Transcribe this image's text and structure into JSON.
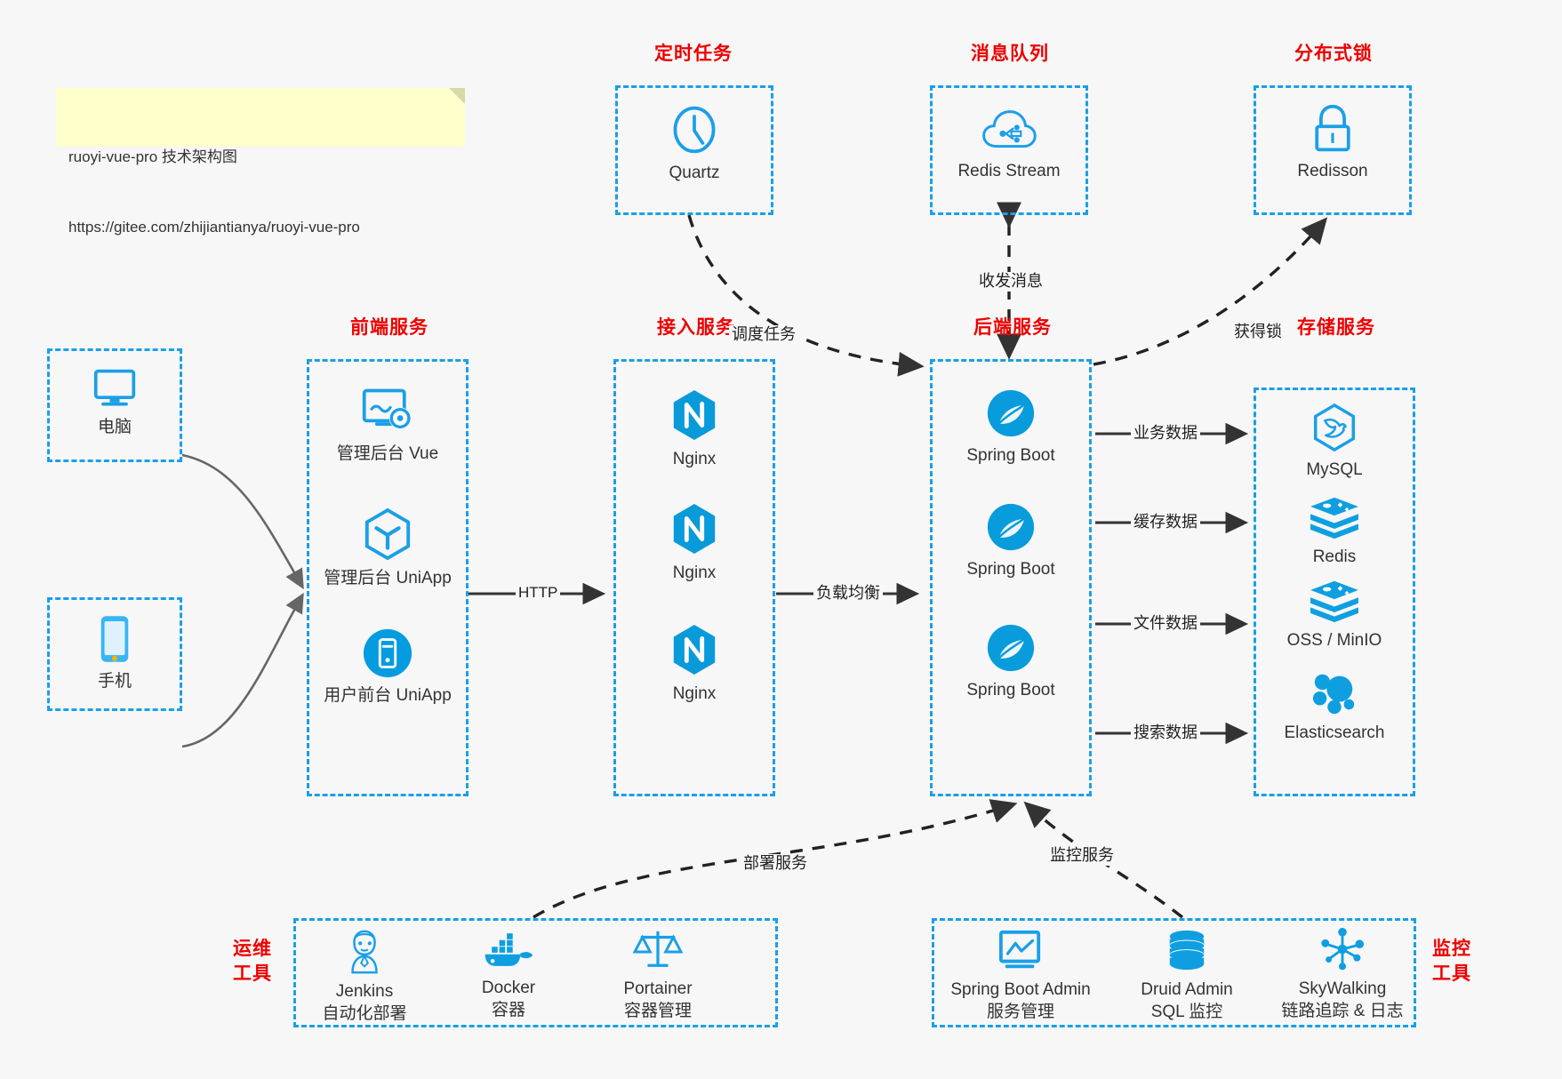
{
  "note": {
    "line1": "ruoyi-vue-pro 技术架构图",
    "line2": "https://gitee.com/zhijiantianya/ruoyi-vue-pro"
  },
  "colors": {
    "accent_blue": "#1a9fe8",
    "group_title_red": "#ee0000",
    "background": "#f7f7f7",
    "note_yellow": "#ffffcc",
    "edge_gray": "#555555",
    "edge_dark": "#333333",
    "text": "#333333"
  },
  "groups": {
    "scheduled_task": {
      "title": "定时任务"
    },
    "message_queue": {
      "title": "消息队列"
    },
    "distributed_lock": {
      "title": "分布式锁"
    },
    "frontend": {
      "title": "前端服务"
    },
    "gateway": {
      "title": "接入服务"
    },
    "backend": {
      "title": "后端服务"
    },
    "storage": {
      "title": "存储服务"
    },
    "devops": {
      "title_line1": "运维",
      "title_line2": "工具"
    },
    "monitor": {
      "title_line1": "监控",
      "title_line2": "工具"
    }
  },
  "nodes": {
    "quartz": {
      "label": "Quartz",
      "icon": "clock-icon"
    },
    "redis_stream": {
      "label": "Redis Stream",
      "icon": "cloud-network-icon"
    },
    "redisson": {
      "label": "Redisson",
      "icon": "lock-icon"
    },
    "computer": {
      "label": "电脑",
      "icon": "desktop-monitor-icon"
    },
    "phone": {
      "label": "手机",
      "icon": "smartphone-icon"
    },
    "admin_vue": {
      "label": "管理后台 Vue",
      "icon": "dashboard-settings-icon"
    },
    "admin_uniapp": {
      "label": "管理后台 UniApp",
      "icon": "uniapp-cube-icon"
    },
    "user_uniapp": {
      "label": "用户前台 UniApp",
      "icon": "mobile-app-circle-icon"
    },
    "nginx_1": {
      "label": "Nginx",
      "icon": "nginx-icon"
    },
    "nginx_2": {
      "label": "Nginx",
      "icon": "nginx-icon"
    },
    "nginx_3": {
      "label": "Nginx",
      "icon": "nginx-icon"
    },
    "springboot_1": {
      "label": "Spring Boot",
      "icon": "spring-boot-icon"
    },
    "springboot_2": {
      "label": "Spring Boot",
      "icon": "spring-boot-icon"
    },
    "springboot_3": {
      "label": "Spring Boot",
      "icon": "spring-boot-icon"
    },
    "mysql": {
      "label": "MySQL",
      "icon": "mysql-dolphin-icon"
    },
    "redis": {
      "label": "Redis",
      "icon": "redis-stack-icon"
    },
    "oss_minio": {
      "label": "OSS / MinIO",
      "icon": "object-storage-icon"
    },
    "elasticsearch": {
      "label": "Elasticsearch",
      "icon": "elasticsearch-icon"
    },
    "jenkins": {
      "label": "Jenkins",
      "sublabel": "自动化部署",
      "icon": "jenkins-butler-icon"
    },
    "docker": {
      "label": "Docker",
      "sublabel": "容器",
      "icon": "docker-whale-icon"
    },
    "portainer": {
      "label": "Portainer",
      "sublabel": "容器管理",
      "icon": "portainer-scales-icon"
    },
    "spring_boot_admin": {
      "label": "Spring Boot Admin",
      "sublabel": "服务管理",
      "icon": "monitor-chart-icon"
    },
    "druid_admin": {
      "label": "Druid Admin",
      "sublabel": "SQL 监控",
      "icon": "database-cylinder-icon"
    },
    "skywalking": {
      "label": "SkyWalking",
      "sublabel": "链路追踪 & 日志",
      "icon": "skywalking-node-icon"
    }
  },
  "edges": {
    "schedule_task": "调度任务",
    "send_receive_message": "收发消息",
    "acquire_lock": "获得锁",
    "http": "HTTP",
    "load_balance": "负载均衡",
    "business_data": "业务数据",
    "cache_data": "缓存数据",
    "file_data": "文件数据",
    "search_data": "搜索数据",
    "deploy_service": "部署服务",
    "monitor_service": "监控服务"
  }
}
